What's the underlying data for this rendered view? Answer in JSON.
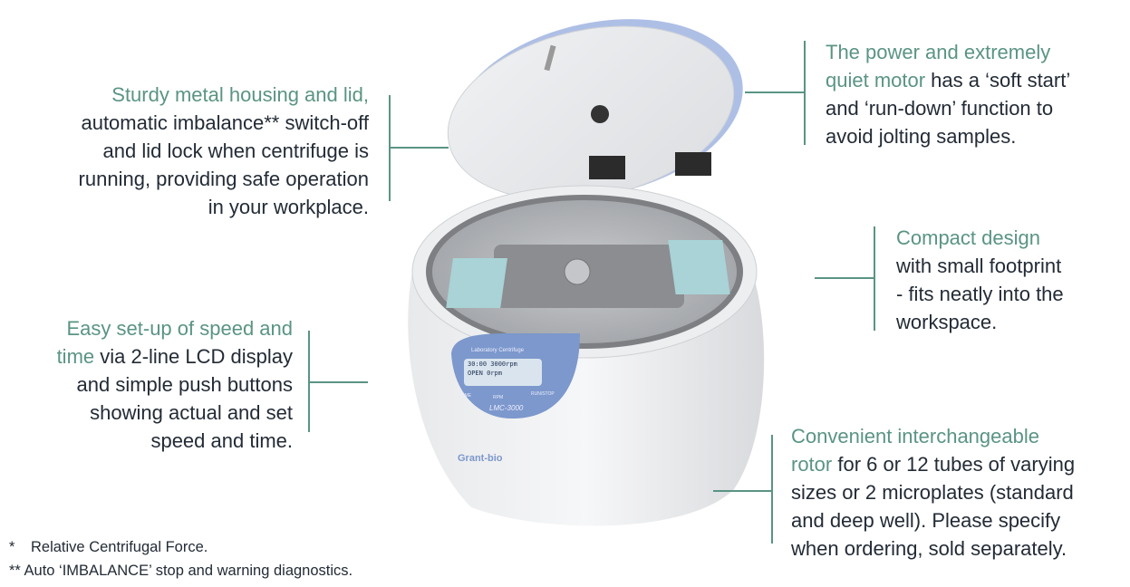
{
  "callouts": [
    {
      "id": "housing",
      "lines": [
        [
          {
            "t": "Sturdy metal housing and lid,",
            "hl": true
          }
        ],
        [
          {
            "t": "automatic imbalance** switch-off",
            "hl": false
          }
        ],
        [
          {
            "t": "and lid lock when centrifuge is",
            "hl": false
          }
        ],
        [
          {
            "t": "running, providing safe operation",
            "hl": false
          }
        ],
        [
          {
            "t": "in your workplace.",
            "hl": false
          }
        ]
      ]
    },
    {
      "id": "setup",
      "lines": [
        [
          {
            "t": "Easy set-up of speed and",
            "hl": true
          }
        ],
        [
          {
            "t": "time",
            "hl": true
          },
          {
            "t": " via 2-line LCD display",
            "hl": false
          }
        ],
        [
          {
            "t": "and simple push buttons",
            "hl": false
          }
        ],
        [
          {
            "t": "showing actual and set",
            "hl": false
          }
        ],
        [
          {
            "t": "speed and time.",
            "hl": false
          }
        ]
      ]
    },
    {
      "id": "motor",
      "lines": [
        [
          {
            "t": "The power and extremely",
            "hl": true
          }
        ],
        [
          {
            "t": "quiet motor",
            "hl": true
          },
          {
            "t": " has a ‘soft start’",
            "hl": false
          }
        ],
        [
          {
            "t": "and ‘run-down’ function to",
            "hl": false
          }
        ],
        [
          {
            "t": "avoid jolting samples.",
            "hl": false
          }
        ]
      ]
    },
    {
      "id": "compact",
      "lines": [
        [
          {
            "t": "Compact design",
            "hl": true
          }
        ],
        [
          {
            "t": "with small footprint",
            "hl": false
          }
        ],
        [
          {
            "t": "- fits neatly into the",
            "hl": false
          }
        ],
        [
          {
            "t": "workspace.",
            "hl": false
          }
        ]
      ]
    },
    {
      "id": "rotor",
      "lines": [
        [
          {
            "t": "Convenient interchangeable",
            "hl": true
          }
        ],
        [
          {
            "t": "rotor",
            "hl": true
          },
          {
            "t": " for 6 or 12 tubes of varying",
            "hl": false
          }
        ],
        [
          {
            "t": "sizes or 2 microplates (standard",
            "hl": false
          }
        ],
        [
          {
            "t": "and deep well). Please specify",
            "hl": false
          }
        ],
        [
          {
            "t": "when ordering, sold separately.",
            "hl": false
          }
        ]
      ]
    }
  ],
  "footnotes": [
    {
      "mark": "*",
      "text": "Relative Centrifugal Force."
    },
    {
      "mark": "**",
      "text": "Auto ‘IMBALANCE’ stop and warning diagnostics."
    }
  ],
  "device": {
    "brand": "Grant-bio",
    "model": "LMC-3000",
    "panel_title": "Laboratory Centrifuge",
    "lcd_line1": "30:00  3000rpm",
    "lcd_line2": "OPEN     0rpm",
    "label_time": "TIME",
    "label_rpm": "RPM",
    "label_run": "RUN/STOP"
  },
  "colors": {
    "accent": "#5a9484",
    "text": "#232b36",
    "panel": "#7c98cc"
  }
}
